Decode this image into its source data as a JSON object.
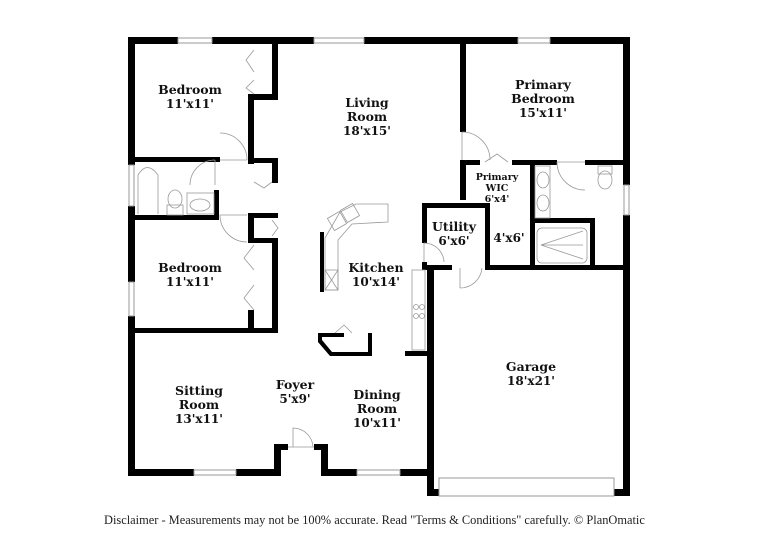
{
  "floorplan": {
    "rooms": [
      {
        "id": "bedroom-1",
        "name": "Bedroom",
        "dimensions": "11'x11'"
      },
      {
        "id": "living-room",
        "name_line1": "Living",
        "name_line2": "Room",
        "dimensions": "18'x15'"
      },
      {
        "id": "primary-bedroom",
        "name_line1": "Primary",
        "name_line2": "Bedroom",
        "dimensions": "15'x11'"
      },
      {
        "id": "primary-wic",
        "name_line1": "Primary",
        "name_line2": "WIC",
        "dimensions": "6'x4'"
      },
      {
        "id": "utility",
        "name": "Utility",
        "dimensions": "6'x6'"
      },
      {
        "id": "closet-4x6",
        "dimensions": "4'x6'"
      },
      {
        "id": "bedroom-2",
        "name": "Bedroom",
        "dimensions": "11'x11'"
      },
      {
        "id": "kitchen",
        "name": "Kitchen",
        "dimensions": "10'x14'"
      },
      {
        "id": "garage",
        "name": "Garage",
        "dimensions": "18'x21'"
      },
      {
        "id": "sitting-room",
        "name_line1": "Sitting",
        "name_line2": "Room",
        "dimensions": "13'x11'"
      },
      {
        "id": "foyer",
        "name": "Foyer",
        "dimensions": "5'x9'"
      },
      {
        "id": "dining-room",
        "name_line1": "Dining",
        "name_line2": "Room",
        "dimensions": "10'x11'"
      }
    ],
    "colors": {
      "wall": "#000000",
      "fixture": "#9a9a9a",
      "background": "#ffffff"
    }
  },
  "footer": {
    "disclaimer": "Disclaimer - Measurements may not be 100% accurate. Read \"Terms & Conditions\" carefully. © PlanOmatic"
  }
}
